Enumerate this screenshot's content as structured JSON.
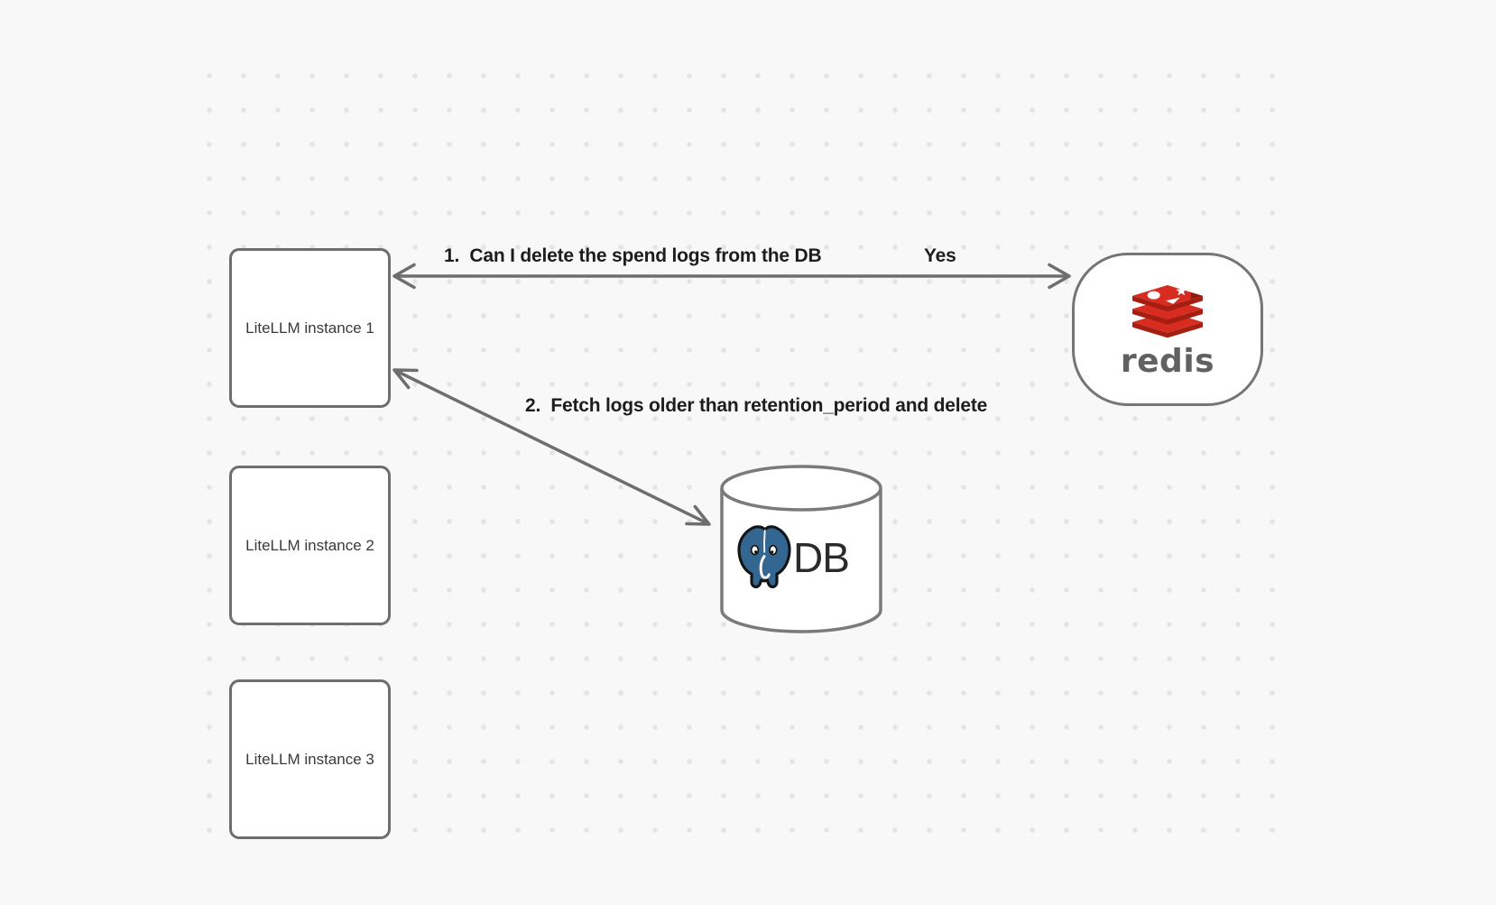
{
  "diagram": {
    "background_color": "#f8f8f8",
    "dot_color": "#e4e4e4",
    "stroke_color": "#6e6e6e",
    "label_text_color": "#1d1d1d"
  },
  "nodes": {
    "instances": [
      {
        "label": "LiteLLM instance 1"
      },
      {
        "label": "LiteLLM instance 2"
      },
      {
        "label": "LiteLLM instance 3"
      }
    ],
    "redis": {
      "wordmark": "redis",
      "logo_red": "#d82c20",
      "logo_dark_red": "#a41e11"
    },
    "db": {
      "label": "DB",
      "postgres_blue": "#336791"
    }
  },
  "arrows": {
    "step1": {
      "label": "1.  Can I delete the spend logs from the DB",
      "response": "Yes",
      "from": "Redis",
      "to": "LiteLLM instance 1",
      "double_headed": true
    },
    "step2": {
      "label": "2.  Fetch logs older than retention_period and delete",
      "from": "LiteLLM instance 1",
      "to": "DB",
      "double_headed": true
    }
  }
}
